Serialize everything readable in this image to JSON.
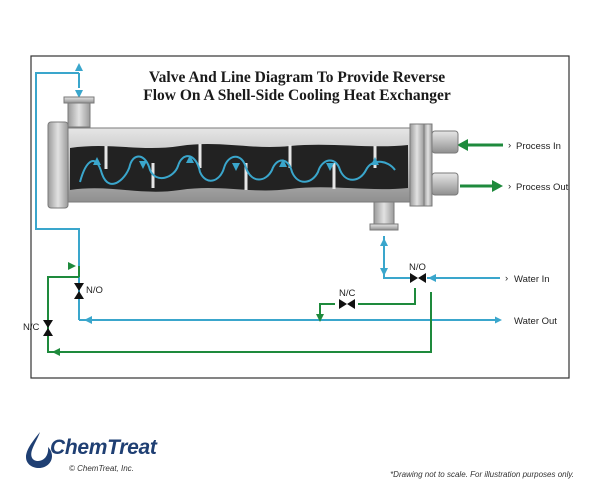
{
  "title": {
    "line1": "Valve And Line Diagram To Provide Reverse",
    "line2": "Flow On A Shell-Side Cooling Heat Exchanger"
  },
  "labels": {
    "process_in": "Process In",
    "process_out": "Process Out",
    "water_in": "Water In",
    "water_out": "Water Out",
    "valve_no_left": "N/O",
    "valve_nc_left": "N/C",
    "valve_no_right": "N/O",
    "valve_nc_right": "N/C"
  },
  "logo": {
    "brand": "ChemTreat",
    "copyright": "© ChemTreat, Inc."
  },
  "footnote": "*Drawing not to scale. For illustration purposes only.",
  "colors": {
    "cooling_water_line": "#3aa6cc",
    "process_line": "#1e8a3c",
    "reverse_line": "#1e8a3c",
    "shell_interior": "#222222",
    "shell_metal": "#bdbdbd",
    "brand": "#1f3f73"
  }
}
